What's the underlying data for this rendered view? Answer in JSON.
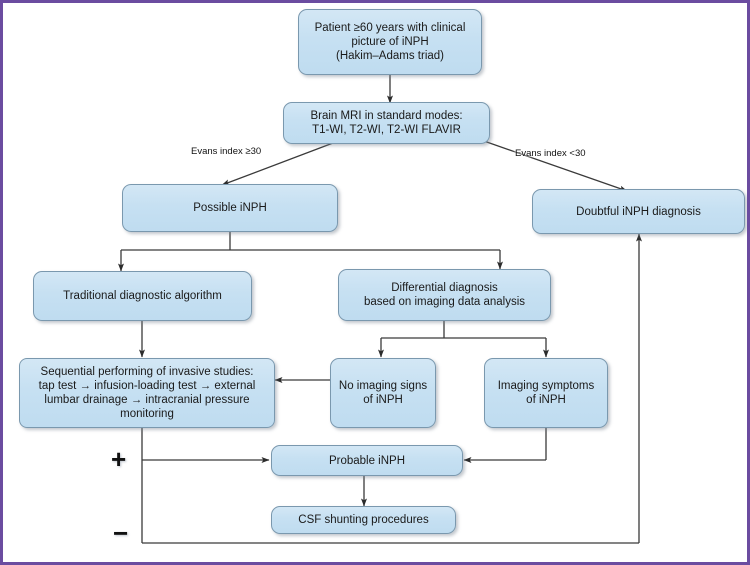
{
  "figure": {
    "title": "Diagnostic algorithm flowchart for idiopathic normal pressure hydrocephalus (iNPH)",
    "border_color": "#6b4ca0",
    "node_fill": "#c6e0f2",
    "node_stroke": "#7a98ae",
    "edge_color": "#333333",
    "background": "#ffffff"
  },
  "nodes": [
    {
      "id": "patient",
      "label": "Patient ≥60 years with clinical\npicture of iNPH\n(Hakim–Adams triad)"
    },
    {
      "id": "mri",
      "label": "Brain MRI in standard modes:\nT1-WI, T2-WI, T2-WI FLAVIR"
    },
    {
      "id": "possible",
      "label": "Possible iNPH"
    },
    {
      "id": "doubtful",
      "label": "Doubtful iNPH diagnosis"
    },
    {
      "id": "traditional",
      "label": "Traditional diagnostic algorithm"
    },
    {
      "id": "differential",
      "label": "Differential diagnosis\nbased on imaging data analysis"
    },
    {
      "id": "invasive",
      "label": "Sequential performing of invasive studies:\ntap test → infusion-loading test → external\nlumbar drainage → intracranial pressure\nmonitoring"
    },
    {
      "id": "nosigns",
      "label": "No imaging signs\nof iNPH"
    },
    {
      "id": "symptoms",
      "label": "Imaging symptoms\nof iNPH"
    },
    {
      "id": "probable",
      "label": "Probable iNPH"
    },
    {
      "id": "shunting",
      "label": "CSF shunting procedures"
    }
  ],
  "edge_labels": [
    {
      "id": "evans-high",
      "label": "Evans index ≥30"
    },
    {
      "id": "evans-low",
      "label": "Evans index <30"
    }
  ],
  "outcome_signs": [
    {
      "id": "positive",
      "label": "+"
    },
    {
      "id": "negative",
      "label": "−"
    }
  ]
}
